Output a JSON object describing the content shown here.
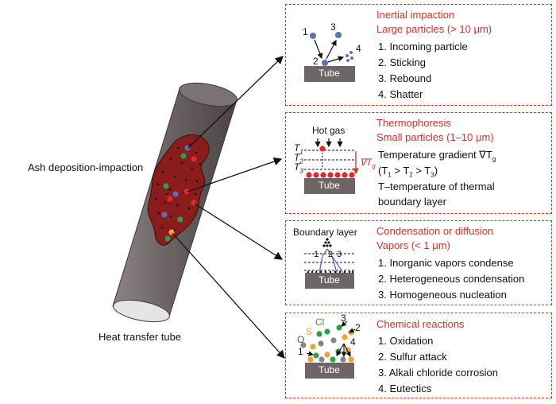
{
  "left": {
    "ash_label": "Ash deposition-impaction",
    "tube_label": "Heat transfer tube"
  },
  "tube_word": "Tube",
  "panels": [
    {
      "title": "Inertial impaction",
      "subtitle": "Large particles (> 10 μm)",
      "items": [
        "1. Incoming particle",
        "2. Sticking",
        "3. Rebound",
        "4. Shatter"
      ],
      "markers": [
        "1",
        "2",
        "3",
        "4"
      ]
    },
    {
      "title": "Thermophoresis",
      "subtitle": "Small particles (1–10 μm)",
      "hot_gas": "Hot gas",
      "gradient": "Temperature gradient ∇T",
      "gradient_sub": "g",
      "relation": [
        "(T",
        "1",
        " > T",
        "2",
        " > T",
        "3",
        ")"
      ],
      "definition_1": "T–temperature of thermal",
      "definition_2": "boundary layer",
      "levels": [
        "T",
        "T",
        "T"
      ],
      "level_subs": [
        "1",
        "2",
        "3"
      ],
      "nabla": "∇T",
      "nabla_sub": "g"
    },
    {
      "title": "Condensation or diffusion",
      "subtitle": "Vapors (< 1 μm)",
      "boundary_label": "Boundary layer",
      "items": [
        "1. Inorganic vapors condense",
        "2. Heterogeneous condensation",
        "3. Homogeneous nucleation"
      ],
      "markers": [
        "1",
        "2",
        "3"
      ]
    },
    {
      "title": "Chemical reactions",
      "items": [
        "1. Oxidation",
        "2. Sulfur attack",
        "3. Alkali chloride corrosion",
        "4. Eutectics"
      ],
      "species": [
        "Cl",
        "S",
        "O"
      ],
      "markers": [
        "1",
        "2",
        "3",
        "4"
      ]
    }
  ],
  "colors": {
    "accent": "#d9302a",
    "tube": "#6d6566",
    "deposit": "#8a1c1c",
    "particle_blue": "#5c6fb8",
    "particle_red": "#e0282e",
    "particle_green": "#2f9e44",
    "particle_orange": "#f0a52a"
  }
}
